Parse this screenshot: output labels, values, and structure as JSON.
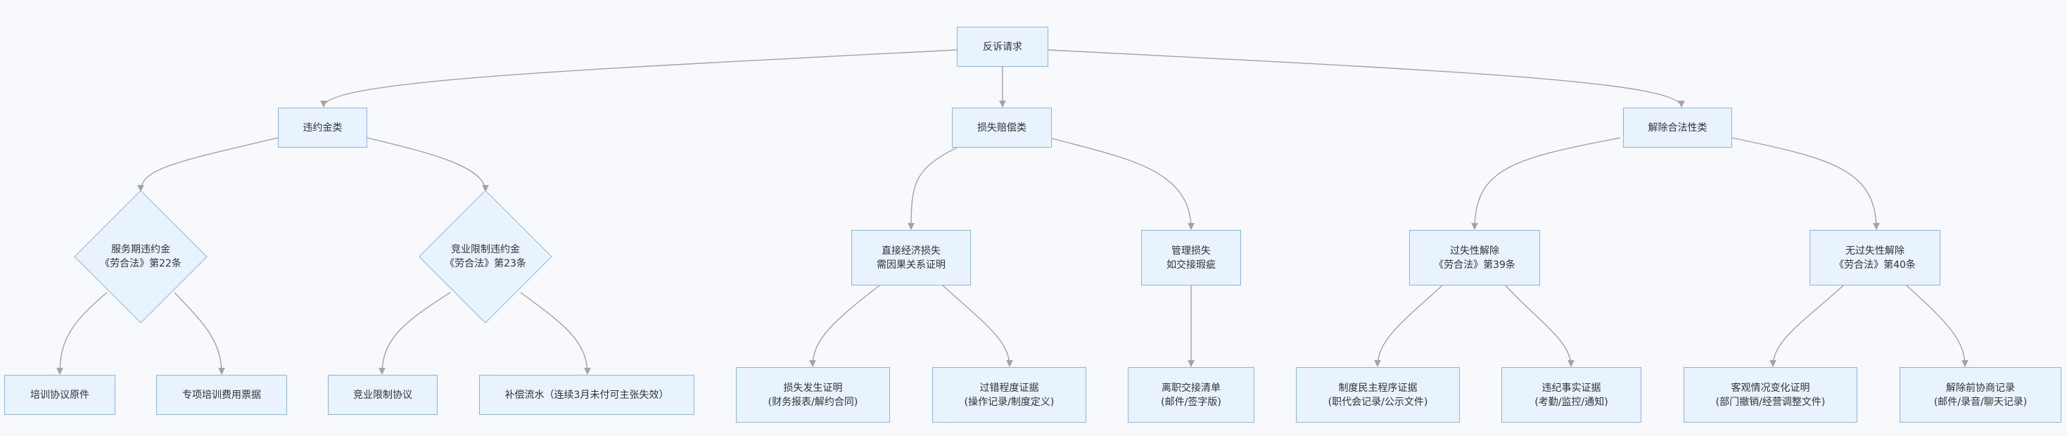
{
  "nodes": {
    "root": "反诉请求",
    "penalty": "违约金类",
    "loss": "损失赔偿类",
    "legality": "解除合法性类",
    "service": [
      "服务期违约金",
      "《劳合法》第22条"
    ],
    "noncompete": [
      "竞业限制违约金",
      "《劳合法》第23条"
    ],
    "direct": [
      "直接经济损失",
      "需因果关系证明"
    ],
    "mgmt": [
      "管理损失",
      "如交接瑕疵"
    ],
    "fault": [
      "过失性解除",
      "《劳合法》第39条"
    ],
    "nofault": [
      "无过失性解除",
      "《劳合法》第40条"
    ],
    "train_orig": "培训协议原件",
    "train_bill": "专项培训费用票据",
    "nc_agree": "竞业限制协议",
    "comp_flow": "补偿流水（连续3月未付可主张失效）",
    "loss_proof": [
      "损失发生证明",
      "(财务报表/解约合同)"
    ],
    "fault_proof": [
      "过错程度证据",
      "(操作记录/制度定义)"
    ],
    "handover": [
      "离职交接清单",
      "(邮件/签字版)"
    ],
    "demo": [
      "制度民主程序证据",
      "(职代会记录/公示文件)"
    ],
    "discipline": [
      "违纪事实证据",
      "(考勤/监控/通知)"
    ],
    "objective": [
      "客观情况变化证明",
      "(部门撤销/经营调整文件)"
    ],
    "negotiate": [
      "解除前协商记录",
      "(邮件/录音/聊天记录)"
    ]
  }
}
